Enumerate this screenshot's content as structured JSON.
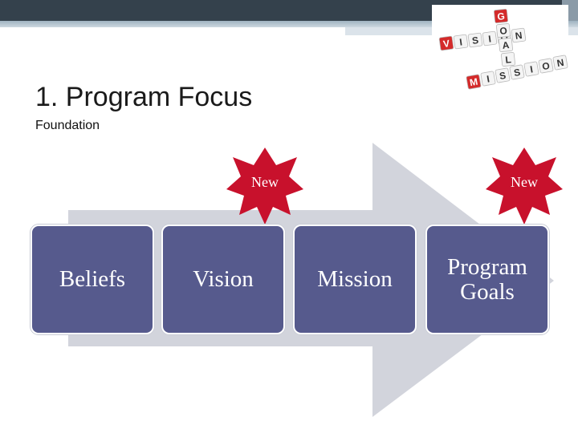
{
  "slide": {
    "title": "1. Program Focus",
    "subtitle": "Foundation"
  },
  "logo": {
    "words": [
      "GOAL",
      "VISION",
      "MISSION"
    ],
    "letters_vertical": [
      "G",
      "O",
      "A",
      "L"
    ],
    "letters_vision": [
      "V",
      "I",
      "S",
      "I",
      "O",
      "N"
    ],
    "letters_mission": [
      "M",
      "I",
      "S",
      "S",
      "I",
      "O",
      "N"
    ]
  },
  "steps": [
    {
      "label": "Beliefs"
    },
    {
      "label": "Vision"
    },
    {
      "label": "Mission"
    },
    {
      "label": "Program Goals"
    }
  ],
  "badges": [
    {
      "label": "New"
    },
    {
      "label": "New"
    }
  ],
  "colors": {
    "card_fill": "#565a8d",
    "arrow_fill": "#d2d4dc",
    "badge_fill": "#c8112c",
    "header_band": "#34414c"
  }
}
